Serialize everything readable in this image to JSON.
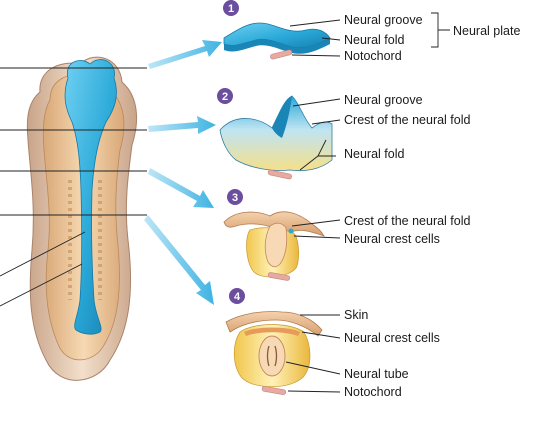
{
  "figure": {
    "steps": [
      {
        "number": "1"
      },
      {
        "number": "2"
      },
      {
        "number": "3"
      },
      {
        "number": "4"
      }
    ],
    "labels": {
      "s1_neural_groove": "Neural groove",
      "s1_neural_fold": "Neural fold",
      "s1_notochord": "Notochord",
      "neural_plate": "Neural plate",
      "s2_neural_groove": "Neural groove",
      "s2_crest": "Crest of the neural fold",
      "s2_neural_fold": "Neural fold",
      "s3_crest": "Crest of the neural fold",
      "s3_crest_cells": "Neural crest cells",
      "s4_skin": "Skin",
      "s4_crest_cells": "Neural crest cells",
      "s4_neural_tube": "Neural tube",
      "s4_notochord": "Notochord"
    },
    "colors": {
      "neural_blue": "#2aa9d8",
      "arrow_blue": "#5cc3ea",
      "step_purple": "#6b4e9e",
      "tissue_tan": "#e8b98a",
      "yolk_yellow": "#f3d771",
      "notochord_pink": "#e7a9a0"
    }
  }
}
